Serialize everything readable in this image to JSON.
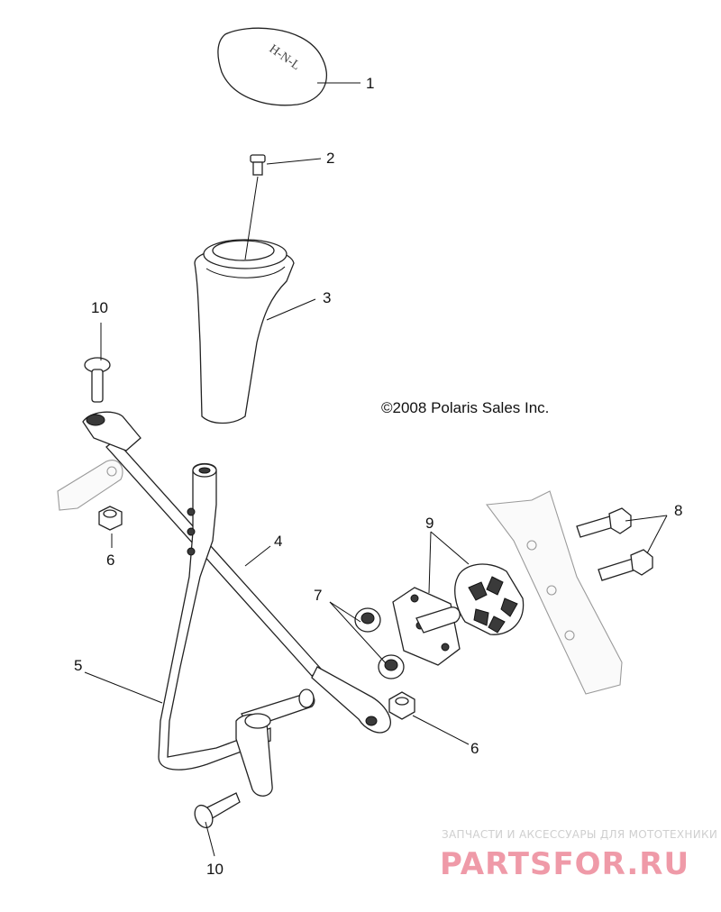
{
  "copyright": "©2008 Polaris Sales Inc.",
  "knob_text": "H-N-L",
  "callouts": {
    "c1": "1",
    "c2": "2",
    "c3": "3",
    "c4": "4",
    "c5": "5",
    "c6a": "6",
    "c6b": "6",
    "c7": "7",
    "c8": "8",
    "c9": "9",
    "c10a": "10",
    "c10b": "10"
  },
  "watermark": {
    "tagline": "ЗАПЧАСТИ И АКСЕССУАРЫ ДЛЯ МОТОТЕХНИКИ",
    "logo": "PARTSFOR.RU"
  },
  "colors": {
    "line": "#222222",
    "watermark_logo": "#ef9aa8",
    "watermark_text": "#cfcfcf"
  }
}
